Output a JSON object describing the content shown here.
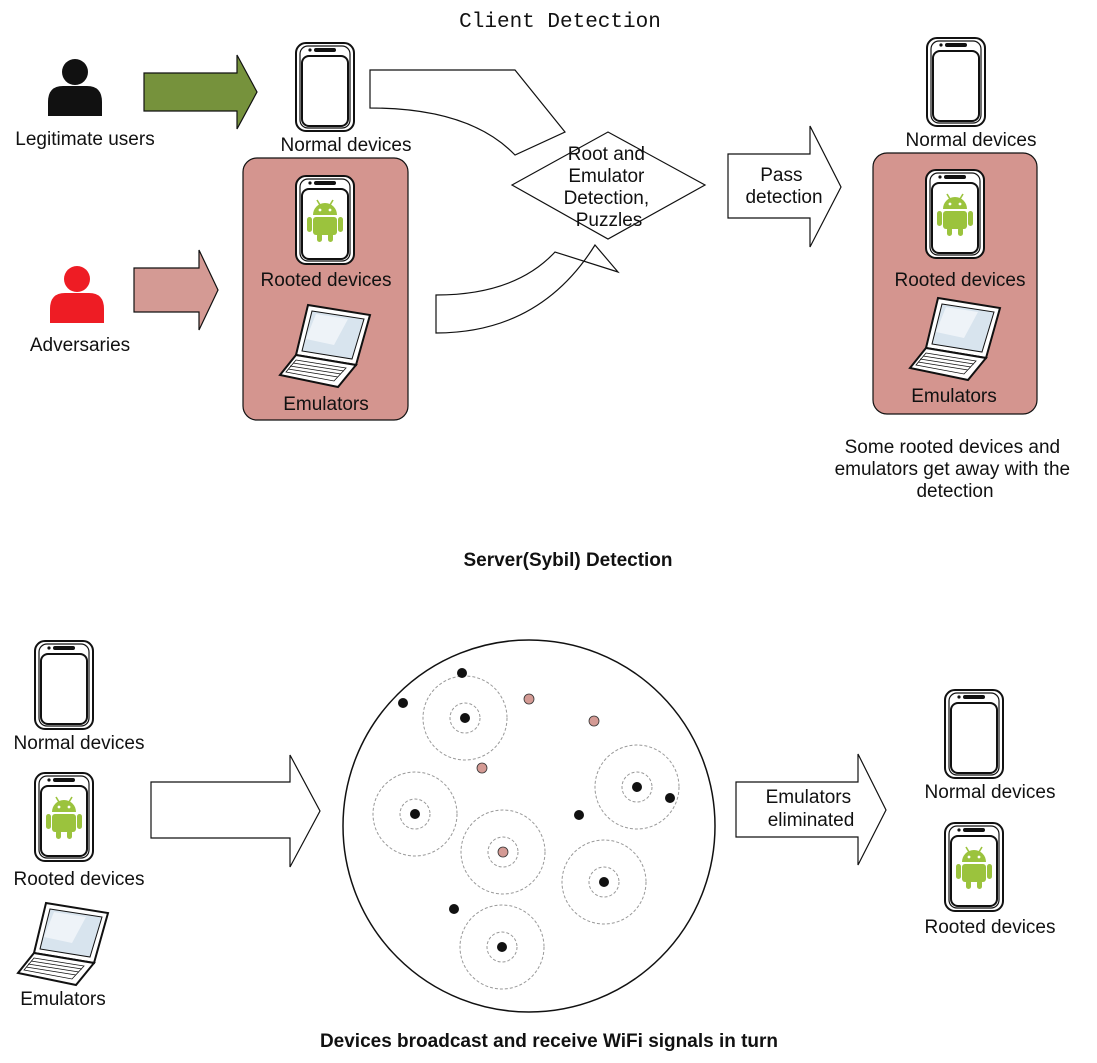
{
  "colors": {
    "adversary_box": "#d4958f",
    "legit_arrow": "#76923c",
    "adversary_arrow": "#d49a94",
    "android_green": "#9bc33d",
    "adversary_red": "#ee1c24",
    "suspicious_dot": "#d49a94"
  },
  "client": {
    "title": "Client Detection",
    "legit_users_label": "Legitimate users",
    "adversaries_label": "Adversaries",
    "normal_devices": "Normal devices",
    "rooted_devices": "Rooted devices",
    "emulators": "Emulators",
    "detection": {
      "lines": [
        "Root and",
        "Emulator",
        "Detection,",
        "Puzzles"
      ]
    },
    "pass": {
      "lines": [
        "Pass",
        "detection"
      ]
    },
    "result_normal": "Normal devices",
    "result_rooted": "Rooted devices",
    "result_emulators": "Emulators",
    "note": {
      "lines": [
        "Some rooted devices and",
        "emulators get away with the",
        "detection"
      ]
    }
  },
  "server": {
    "title": "Server(Sybil) Detection",
    "normal_devices": "Normal devices",
    "rooted_devices": "Rooted devices",
    "emulators": "Emulators",
    "eliminated": {
      "lines": [
        "Emulators",
        "eliminated"
      ]
    },
    "result_normal": "Normal devices",
    "result_rooted": "Rooted devices",
    "caption": "Devices broadcast and receive WiFi signals in turn"
  }
}
